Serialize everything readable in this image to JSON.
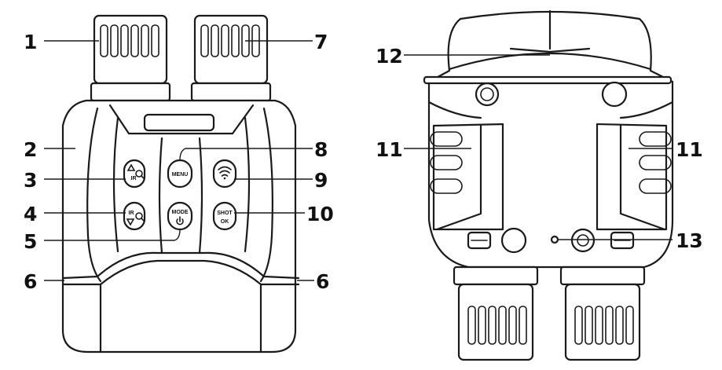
{
  "callouts": {
    "c1": "1",
    "c2": "2",
    "c3": "3",
    "c4": "4",
    "c5": "5",
    "c6a": "6",
    "c6b": "6",
    "c7": "7",
    "c8": "8",
    "c9": "9",
    "c10": "10",
    "c11a": "11",
    "c11b": "11",
    "c12": "12",
    "c13": "13"
  },
  "buttons": {
    "menu": "MENU",
    "mode": "MODE",
    "shot": "SHOT",
    "ok": "OK",
    "ir_top": "IR",
    "ir_bottom": "IR"
  },
  "colors": {
    "line": "#1a1a1a",
    "fill": "#ffffff",
    "text": "#111111"
  }
}
